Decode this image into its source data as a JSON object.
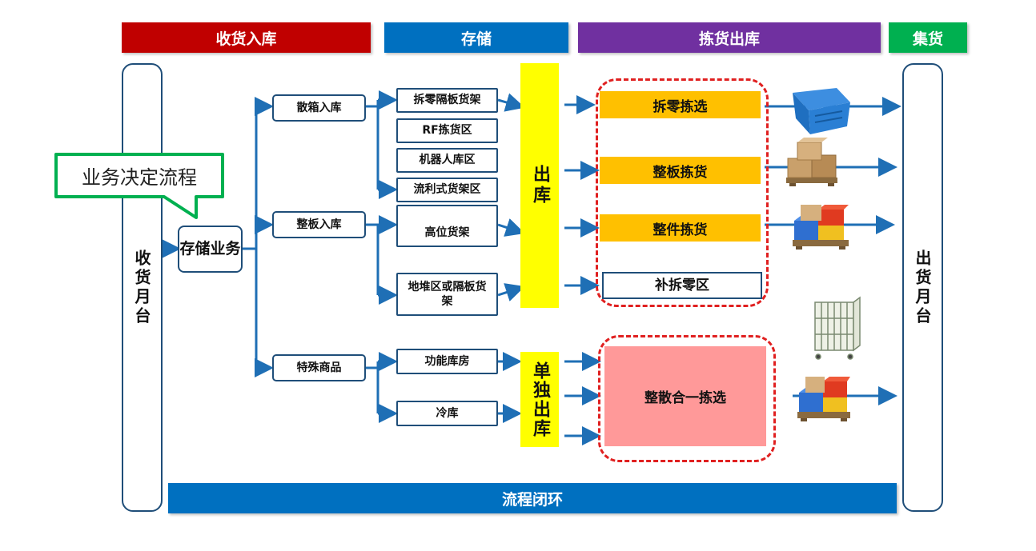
{
  "headers": {
    "receiving": "收货入库",
    "storage": "存储",
    "picking": "拣货出库",
    "consolidation": "集货"
  },
  "colors": {
    "receiving": "#c00000",
    "storage": "#0070c0",
    "picking": "#7030a0",
    "consolidation": "#00b050",
    "connector": "#1f6fb5",
    "callout": "#00b050",
    "dashed": "#e02020"
  },
  "dock_in": "收货月台",
  "dock_out": "出货月台",
  "callout": "业务决定流程",
  "storage_business": "存储业务",
  "inbound_types": {
    "loose_box": "散箱入库",
    "pallet": "整板入库",
    "special": "特殊商品"
  },
  "storage_areas": {
    "split_shelf": "拆零隔板货架",
    "rf_area": "RF拣货区",
    "robot_area": "机器人库区",
    "flow_rack": "流利式货架区",
    "high_rack": "高位货架",
    "floor_shelf": "地堆区或隔板货架",
    "function_room": "功能库房",
    "cold_storage": "冷库"
  },
  "outbound": "出库",
  "separate_outbound": "单独出库",
  "picking": {
    "split_pick": "拆零拣选",
    "pallet_pick": "整板拣货",
    "case_pick": "整件拣货",
    "replenish": "补拆零区",
    "mixed_pick": "整散合一拣选"
  },
  "footer": "流程闭环",
  "icons": {
    "tote": "blue-tote-icon",
    "boxes_pallet": "boxes-on-pallet-icon",
    "color_boxes_pallet": "color-boxes-pallet-icon",
    "roll_cage": "roll-cage-icon"
  }
}
